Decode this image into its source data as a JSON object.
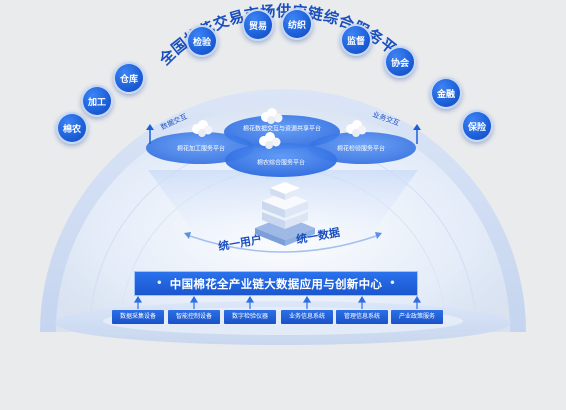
{
  "title": "全国棉花交易市场供应链综合服务平台",
  "nodes": [
    "棉农",
    "加工",
    "仓库",
    "检验",
    "贸易",
    "纺织",
    "监督",
    "协会",
    "金融",
    "保险"
  ],
  "arrows": {
    "left": "数据交互",
    "right": "业务交互"
  },
  "platforms": {
    "top": "棉花数据交互与资源共享平台",
    "left": "棉花加工服务平台",
    "center": "棉农综合服务平台",
    "right": "棉花检验服务平台"
  },
  "unify": {
    "user": "统一用户",
    "data": "统一数据"
  },
  "center_title": "中国棉花全产业链大数据应用与创新中心",
  "systems": [
    "数据采集设备",
    "智能控制设备",
    "数字检验仪器",
    "业务信息系统",
    "管理信息系统",
    "产业政策服务"
  ],
  "colors": {
    "accent": "#1c5fd8",
    "dark": "#1a4fbf"
  }
}
